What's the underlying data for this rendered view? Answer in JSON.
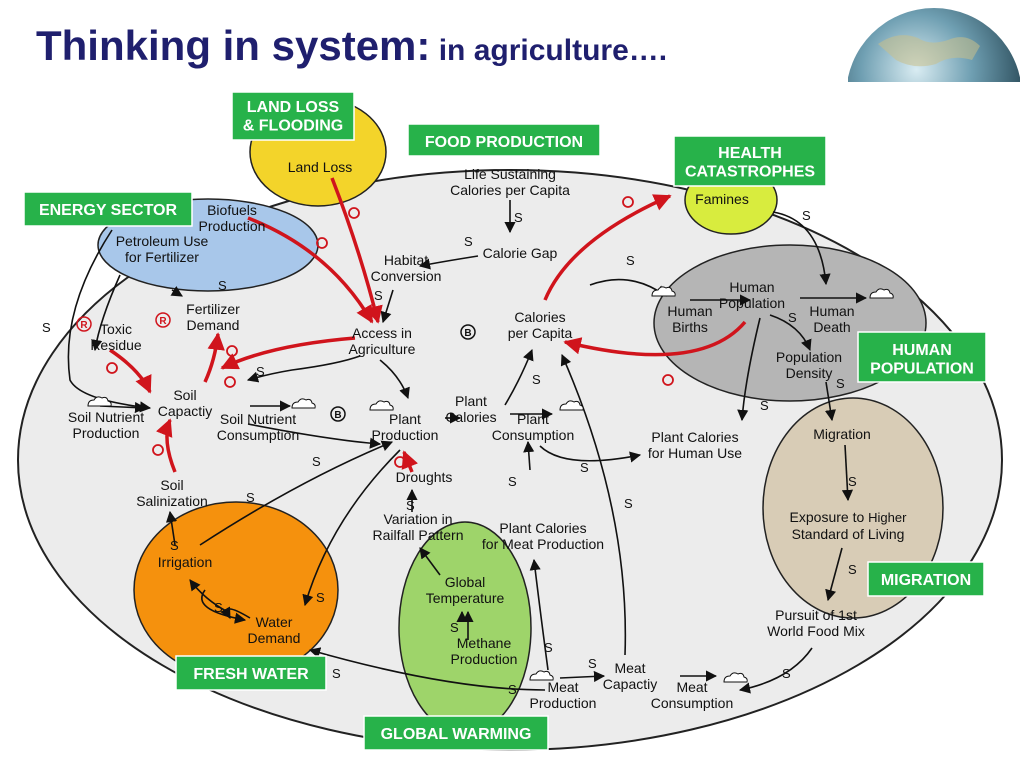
{
  "title": {
    "main": "Thinking in system:",
    "sub": " in agriculture…."
  },
  "colors": {
    "title": "#1f1f6e",
    "tag_green": "#27b24a",
    "reinforcing_arrow": "#d0141c",
    "land_loss_region": "#f3d42a",
    "energy_region": "#a8c7ea",
    "health_region": "#d8ec3e",
    "population_region": "#b5b5b5",
    "migration_region": "#d8ccb6",
    "water_region": "#f5910d",
    "warming_region": "#9ed46a",
    "background_oval": "#ececec"
  },
  "sectors": {
    "land_loss": "LAND LOSS\n& FLOODING",
    "food_production": "FOOD PRODUCTION",
    "health": "HEALTH\nCATASTROPHES",
    "energy": "ENERGY SECTOR",
    "human_population": "HUMAN\nPOPULATION",
    "migration": "MIGRATION",
    "fresh_water": "FRESH WATER",
    "global_warming": "GLOBAL WARMING"
  },
  "nodes": {
    "land_loss": "Land Loss",
    "life_sustaining": "Life Sustaining\nCalories per Capita",
    "famines": "Famines",
    "biofuels": "Biofuels\nProduction",
    "petroleum": "Petroleum Use\nfor Fertilizer",
    "habitat": "Habitat\nConversion",
    "calorie_gap": "Calorie Gap",
    "human_population": "Human\nPopulation",
    "human_births": "Human\nBirths",
    "human_death": "Human\nDeath",
    "fertilizer_demand": "Fertilizer\nDemand",
    "toxic_residue": "Toxic\nResidue",
    "access_agriculture": "Access in\nAgriculture",
    "calories_per_capita": "Calories\nper Capita",
    "population_density": "Population\nDensity",
    "soil_capacity": "Soil\nCapactiy",
    "soil_nutrient_production": "Soil Nutrient\nProduction",
    "soil_nutrient_consumption": "Soil Nutrient\nConsumption",
    "plant_production": "Plant\nProduction",
    "plant_calories": "Plant\nCalories",
    "plant_consumption": "Plant\nConsumption",
    "plant_calories_human": "Plant Calories\nfor Human Use",
    "migration": "Migration",
    "droughts": "Droughts",
    "rainfall": "Variation in\nRailfall Pattern",
    "plant_calories_meat": "Plant Calories\nfor Meat Production",
    "soil_salinization": "Soil\nSalinization",
    "irrigation": "Irrigation",
    "exposure_prefix": "Exposure to ",
    "exposure_suffix": "Higher",
    "exposure_line2": "Standard of Living",
    "global_temperature": "Global\nTemperature",
    "methane": "Methane\nProduction",
    "water_demand": "Water\nDemand",
    "pursuit": "Pursuit of 1st\nWorld Food Mix",
    "meat_production": "Meat\nProduction",
    "meat_capacity": "Meat\nCapactiy",
    "meat_consumption": "Meat\nConsumption"
  },
  "markers": {
    "same": "S",
    "opposite": "O",
    "reinforcing": "R",
    "balancing": "B"
  }
}
